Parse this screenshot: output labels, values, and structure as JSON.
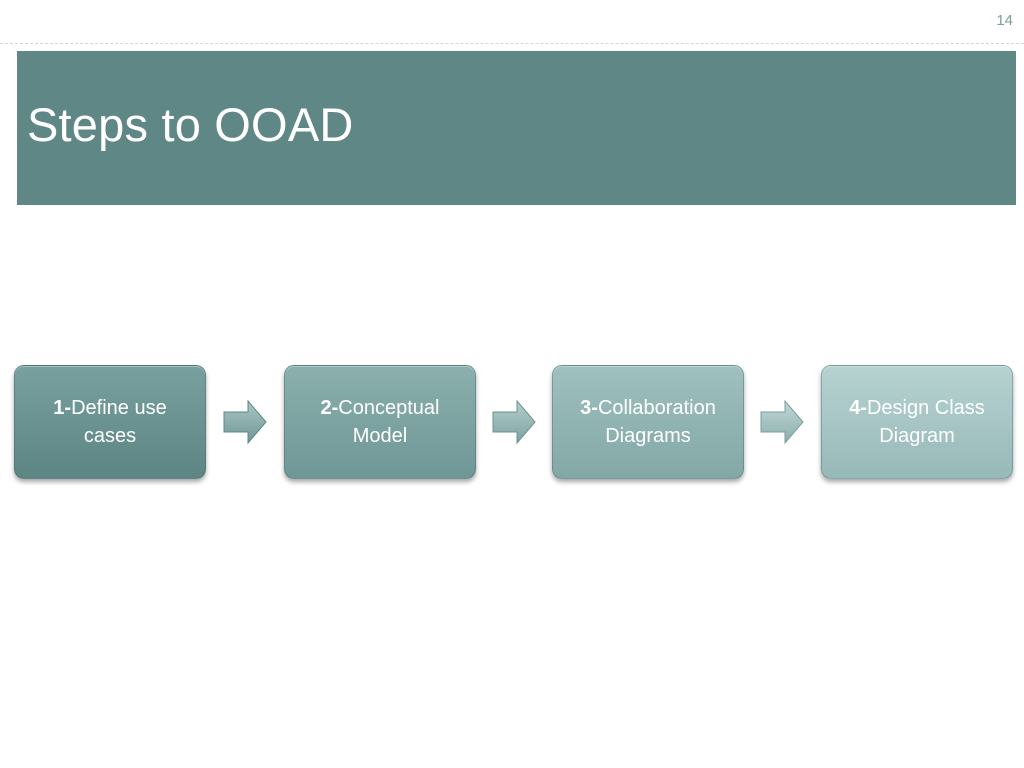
{
  "slide": {
    "number": "14",
    "title": "Steps to OOAD"
  },
  "steps": [
    {
      "num": "1-",
      "label": "Define use cases"
    },
    {
      "num": "2-",
      "label": "Conceptual Model"
    },
    {
      "num": "3-",
      "label": "Collaboration Diagrams"
    },
    {
      "num": "4-",
      "label": "Design Class Diagram"
    }
  ],
  "colors": {
    "title_band": "#5f8785",
    "step_1": "#6a9290",
    "step_2": "#7da3a1",
    "step_3": "#92b4b3",
    "step_4": "#a8c7c6",
    "arrow": "#86aaa8"
  }
}
